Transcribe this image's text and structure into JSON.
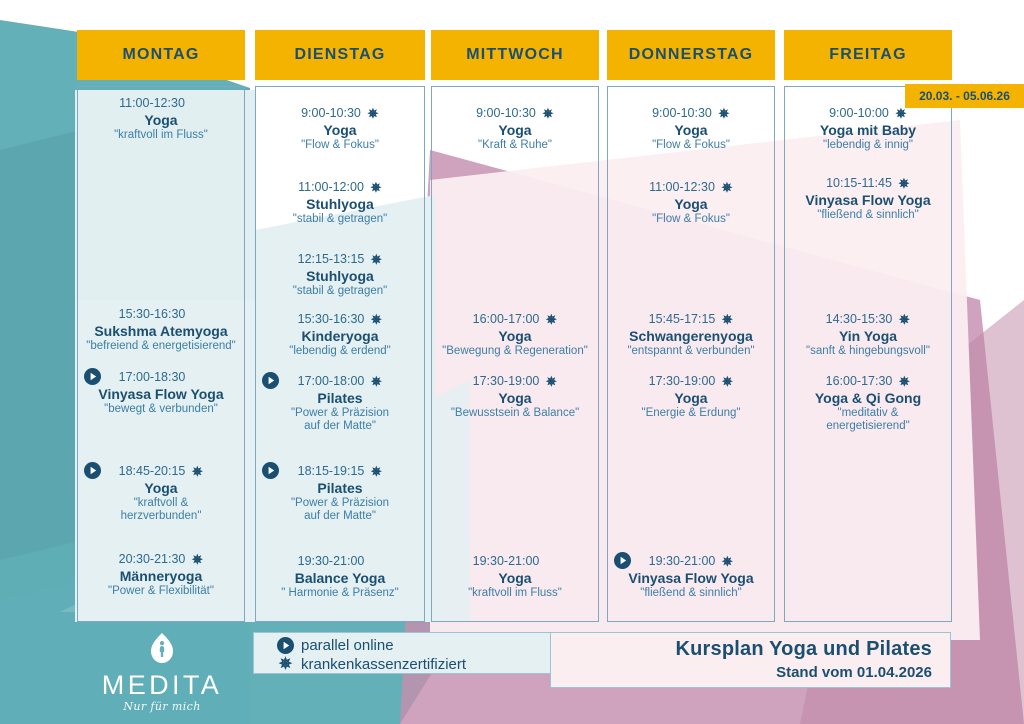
{
  "date_badge": "20.03. - 05.06.26",
  "colors": {
    "accent_yellow": "#F5B301",
    "deep_blue": "#1B4F72",
    "teal": "#63B0B8",
    "pink": "#C48FAE",
    "col_border": "#7FA8C0"
  },
  "days": [
    {
      "label": "MONTAG",
      "entries": [
        {
          "time": "11:00-12:30",
          "title": "Yoga",
          "subtitle": "\"kraftvoll im Fluss\"",
          "online": false,
          "certified": false
        },
        {
          "time": "15:30-16:30",
          "title": "Sukshma Atemyoga",
          "subtitle": "\"befreiend & energetisierend\"",
          "online": false,
          "certified": false
        },
        {
          "time": "17:00-18:30",
          "title": "Vinyasa Flow Yoga",
          "subtitle": "\"bewegt & verbunden\"",
          "online": true,
          "certified": false
        },
        {
          "time": "18:45-20:15",
          "title": "Yoga",
          "subtitle": "\"kraftvoll &\nherzverbunden\"",
          "online": true,
          "certified": true
        },
        {
          "time": "20:30-21:30",
          "title": "Männeryoga",
          "subtitle": "\"Power & Flexibilität\"",
          "online": false,
          "certified": true
        }
      ]
    },
    {
      "label": "DIENSTAG",
      "entries": [
        {
          "time": "9:00-10:30",
          "title": "Yoga",
          "subtitle": "\"Flow & Fokus\"",
          "online": false,
          "certified": true
        },
        {
          "time": "11:00-12:00",
          "title": "Stuhlyoga",
          "subtitle": "\"stabil & getragen\"",
          "online": false,
          "certified": true
        },
        {
          "time": "12:15-13:15",
          "title": "Stuhlyoga",
          "subtitle": "\"stabil & getragen\"",
          "online": false,
          "certified": true
        },
        {
          "time": "15:30-16:30",
          "title": "Kinderyoga",
          "subtitle": "\"lebendig & erdend\"",
          "online": false,
          "certified": true
        },
        {
          "time": "17:00-18:00",
          "title": "Pilates",
          "subtitle": "\"Power & Präzision\nauf der Matte\"",
          "online": true,
          "certified": true
        },
        {
          "time": "18:15-19:15",
          "title": "Pilates",
          "subtitle": "\"Power & Präzision\nauf der Matte\"",
          "online": true,
          "certified": true
        },
        {
          "time": "19:30-21:00",
          "title": "Balance Yoga",
          "subtitle": "\" Harmonie & Präsenz\"",
          "online": false,
          "certified": false
        }
      ]
    },
    {
      "label": "MITTWOCH",
      "entries": [
        {
          "time": "9:00-10:30",
          "title": "Yoga",
          "subtitle": "\"Kraft & Ruhe\"",
          "online": false,
          "certified": true
        },
        {
          "time": "16:00-17:00",
          "title": "Yoga",
          "subtitle": "\"Bewegung & Regeneration\"",
          "online": false,
          "certified": true
        },
        {
          "time": "17:30-19:00",
          "title": "Yoga",
          "subtitle": "\"Bewusstsein & Balance\"",
          "online": false,
          "certified": true
        },
        {
          "time": "19:30-21:00",
          "title": "Yoga",
          "subtitle": "\"kraftvoll im Fluss\"",
          "online": false,
          "certified": false
        }
      ]
    },
    {
      "label": "DONNERSTAG",
      "entries": [
        {
          "time": "9:00-10:30",
          "title": "Yoga",
          "subtitle": "\"Flow & Fokus\"",
          "online": false,
          "certified": true
        },
        {
          "time": "11:00-12:30",
          "title": "Yoga",
          "subtitle": "\"Flow & Fokus\"",
          "online": false,
          "certified": true
        },
        {
          "time": "15:45-17:15",
          "title": "Schwangerenyoga",
          "subtitle": "\"entspannt & verbunden\"",
          "online": false,
          "certified": true
        },
        {
          "time": "17:30-19:00",
          "title": "Yoga",
          "subtitle": "\"Energie & Erdung\"",
          "online": false,
          "certified": true
        },
        {
          "time": "19:30-21:00",
          "title": "Vinyasa Flow Yoga",
          "subtitle": "\"fließend & sinnlich\"",
          "online": true,
          "certified": true
        }
      ]
    },
    {
      "label": "FREITAG",
      "entries": [
        {
          "time": "9:00-10:00",
          "title": "Yoga mit Baby",
          "subtitle": "\"lebendig & innig\"",
          "online": false,
          "certified": true
        },
        {
          "time": "10:15-11:45",
          "title": "Vinyasa Flow Yoga",
          "subtitle": "\"fließend & sinnlich\"",
          "online": false,
          "certified": true
        },
        {
          "time": "14:30-15:30",
          "title": "Yin Yoga",
          "subtitle": "\"sanft & hingebungsvoll\"",
          "online": false,
          "certified": true
        },
        {
          "time": "16:00-17:30",
          "title": "Yoga & Qi Gong",
          "subtitle": "\"meditativ &\nenergetisierend\"",
          "online": false,
          "certified": true
        }
      ]
    }
  ],
  "legend": {
    "online_label": "parallel online",
    "certified_label": "krankenkassenzertifiziert"
  },
  "logo": {
    "brand": "MEDITA",
    "tagline": "Nur für mich"
  },
  "footer": {
    "title": "Kursplan Yoga und Pilates",
    "subtitle": "Stand vom 01.04.2026"
  }
}
